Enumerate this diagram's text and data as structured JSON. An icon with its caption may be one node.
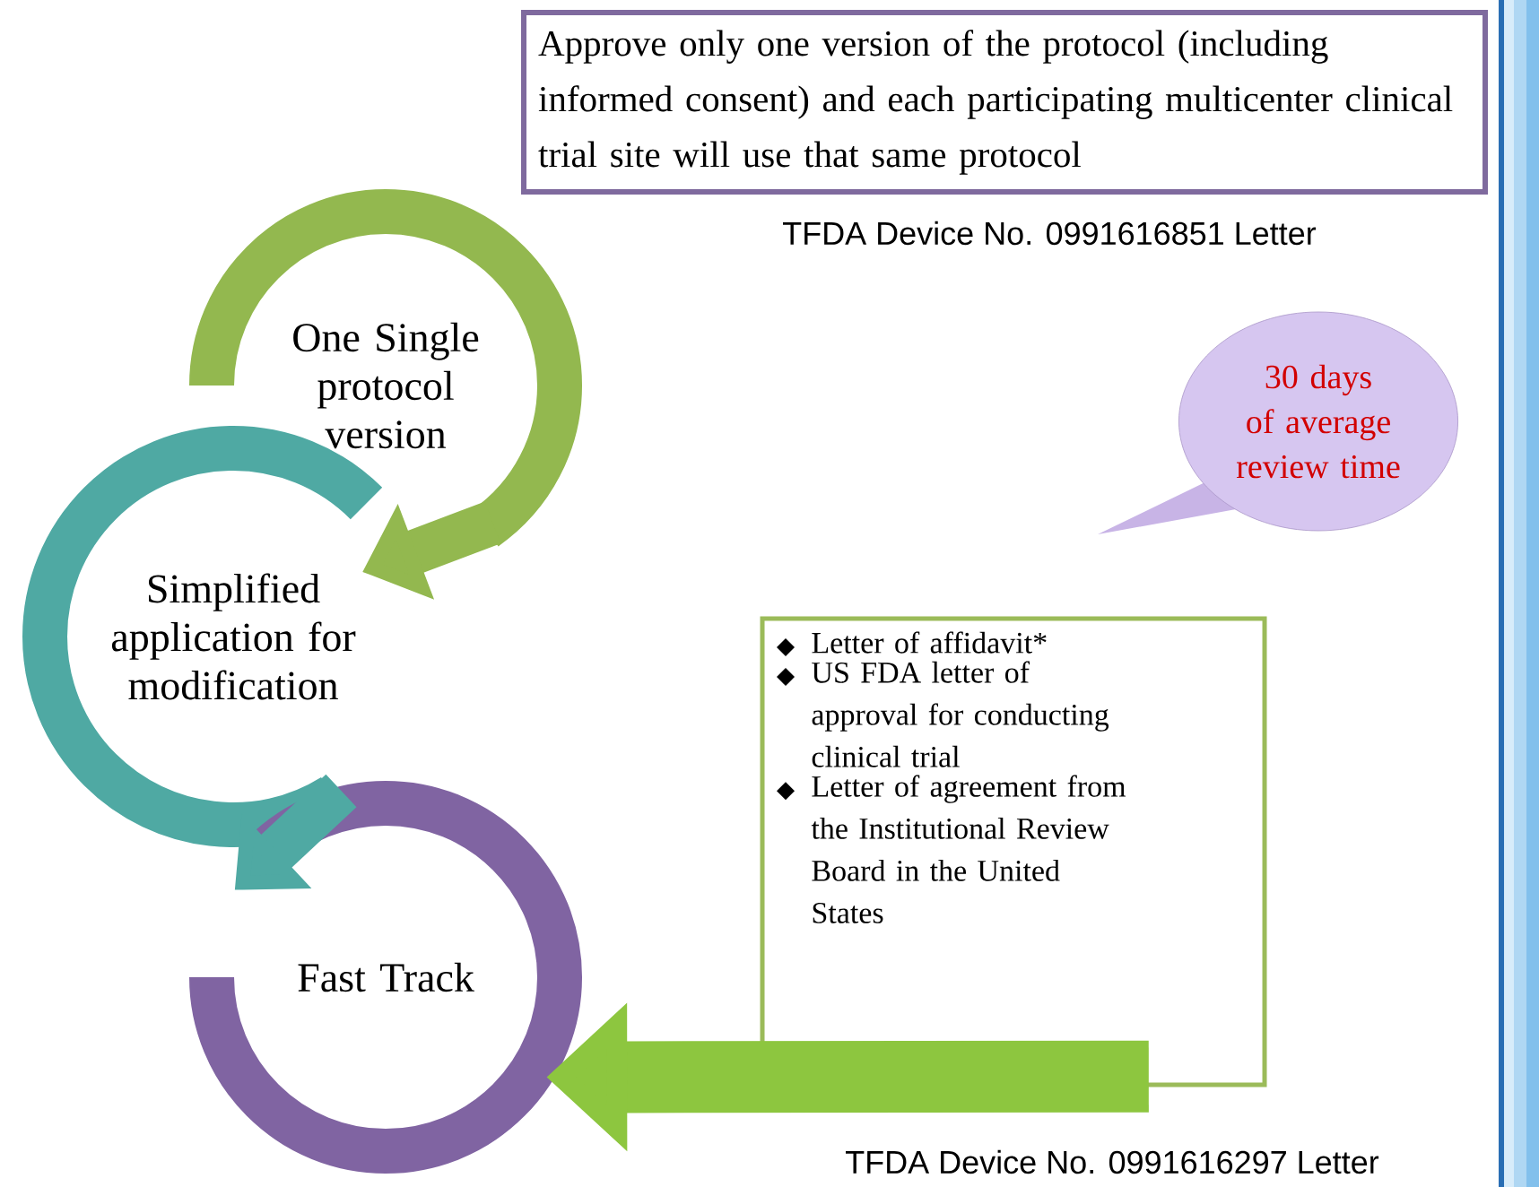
{
  "diagram": {
    "nodes": [
      {
        "text": [
          "Approve only one version of the protocol (including informed consent) and each participating multicenter clinical trial site will use that same protocol"
        ],
        "beside": [
          "TFDA Device No. 0991616851 Letter"
        ]
      },
      {
        "text": [
          "One Single protocol version"
        ]
      },
      {
        "text": [
          "Simplified application for modification"
        ]
      },
      {
        "text": [
          "Fast Track"
        ]
      },
      {
        "text": [
          "30 days of average review time"
        ]
      },
      {
        "text": [
          "Letter of affidavit*",
          "US FDA letter of approval for conducting clinical trial",
          "Letter of agreement from the Institutional Review Board in the United States"
        ],
        "beside": [
          "TFDA Device No. 0991616297 Letter"
        ]
      }
    ],
    "edges": [
      {
        "from": 1,
        "to": 2,
        "arrow": "to",
        "color": "#93b84f"
      },
      {
        "from": 2,
        "to": 3,
        "arrow": "to",
        "color": "#4fa9a3"
      },
      {
        "from": 5,
        "to": 3,
        "arrow": "to",
        "color": "#8dc63f"
      }
    ]
  }
}
